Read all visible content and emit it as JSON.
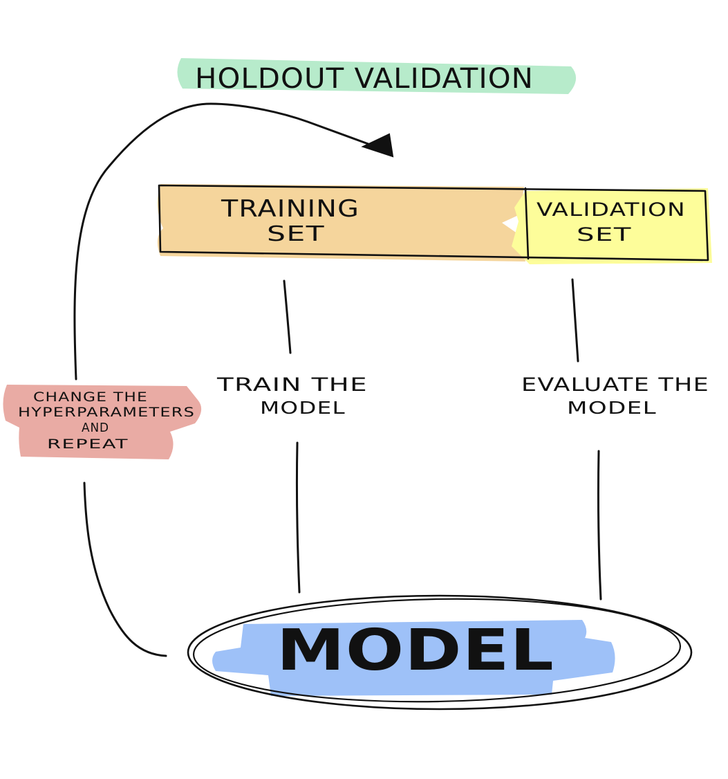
{
  "title": "HOLDOUT VALIDATION",
  "training_set": {
    "line1": "TRAINING",
    "line2": "SET"
  },
  "validation_set": {
    "line1": "VALIDATION",
    "line2": "SET"
  },
  "train_step": {
    "line1": "TRAIN THE",
    "line2": "MODEL"
  },
  "evaluate_step": {
    "line1": "EVALUATE THE",
    "line2": "MODEL"
  },
  "loop_note": {
    "line1": "CHANGE THE",
    "line2": "HYPERPARAMETERS",
    "line3": "AND",
    "line4": "REPEAT"
  },
  "model_label": "MODEL",
  "colors": {
    "title_highlight": "#b7ebcb",
    "training_fill": "#f5d59c",
    "validation_fill": "#fdfd9a",
    "note_highlight": "#e9aba4",
    "model_highlight": "#9ec1f8",
    "ink": "#111111"
  }
}
